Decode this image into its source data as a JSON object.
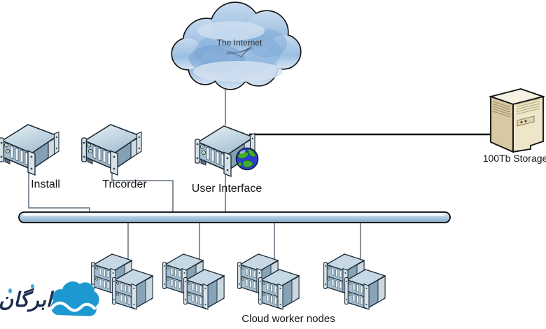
{
  "internet_cloud": {
    "label": "The Internet"
  },
  "nodes": [
    {
      "id": "install",
      "label": "Install",
      "type": "rack-server"
    },
    {
      "id": "tricorder",
      "label": "Tricorder",
      "type": "rack-server"
    },
    {
      "id": "user-interface",
      "label": "User Interface",
      "type": "rack-server",
      "icon": "globe-icon"
    },
    {
      "id": "storage",
      "label": "100Tb Storage",
      "type": "tower-server"
    }
  ],
  "workers": {
    "label": "Cloud worker nodes",
    "clusters": [
      {
        "id": "worker-cluster-1",
        "servers": 4
      },
      {
        "id": "worker-cluster-2",
        "servers": 4
      },
      {
        "id": "worker-cluster-3",
        "servers": 4
      },
      {
        "id": "worker-cluster-4",
        "servers": 4
      }
    ]
  },
  "bus": {
    "name": "network-backbone"
  },
  "connections": [
    {
      "from": "internet-cloud",
      "to": "user-interface"
    },
    {
      "from": "user-interface",
      "to": "storage"
    },
    {
      "from": "user-interface",
      "to": "network-backbone"
    },
    {
      "from": "install",
      "to": "network-backbone"
    },
    {
      "from": "tricorder",
      "to": "network-backbone"
    },
    {
      "from": "network-backbone",
      "to": "worker-cluster-1"
    },
    {
      "from": "network-backbone",
      "to": "worker-cluster-2"
    },
    {
      "from": "network-backbone",
      "to": "worker-cluster-3"
    },
    {
      "from": "network-backbone",
      "to": "worker-cluster-4"
    }
  ],
  "branding": {
    "logo_text": "ابرگان",
    "colors": {
      "logo_cloud": "#1e98d0",
      "logo_text": "#1e2c4e",
      "logo_dot": "#3fa7dc"
    }
  },
  "colors": {
    "server_top": "#cfdfe9",
    "server_front": "#a3bdd0",
    "server_side": "#84a0b4",
    "bracket": "#d8e2e9",
    "bus_fill": "#aac7df",
    "storage_front": "#efe5c8",
    "storage_side": "#d8c9a2",
    "storage_top": "#f6f1e2",
    "cloud_fill": "#a9c8e6",
    "line_gray": "#5f6e7b",
    "line_black": "#000000",
    "outline": "#1b2936",
    "globe_ocean": "#2a3fd6",
    "globe_land": "#3fae2e"
  }
}
